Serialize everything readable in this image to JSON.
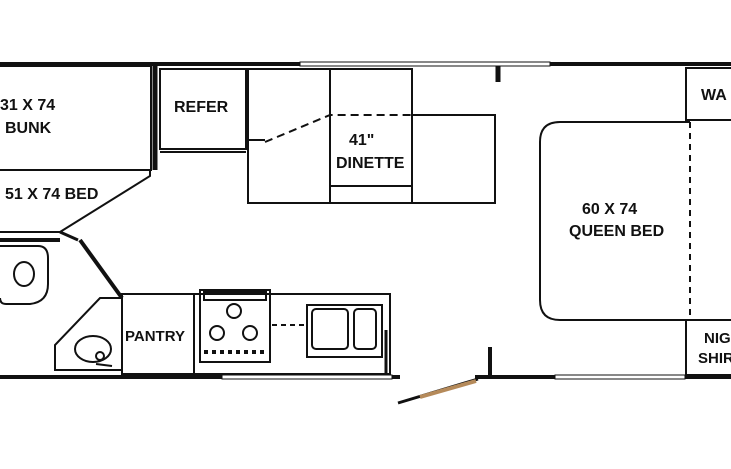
{
  "floorplan": {
    "labels": {
      "bunk_line1": "31 X 74",
      "bunk_line2": "BUNK",
      "bed_51": "51 X 74 BED",
      "refer": "REFER",
      "dinette_line1": "41\"",
      "dinette_line2": "DINETTE",
      "queen_line1": "60 X 74",
      "queen_line2": "QUEEN BED",
      "wardrobe": "WA",
      "pantry": "PANTRY",
      "night_line1": "NIG",
      "night_line2": "SHIR"
    },
    "colors": {
      "line": "#111111",
      "window_fill": "#ffffff",
      "door_swing": "#b58a5a"
    }
  }
}
